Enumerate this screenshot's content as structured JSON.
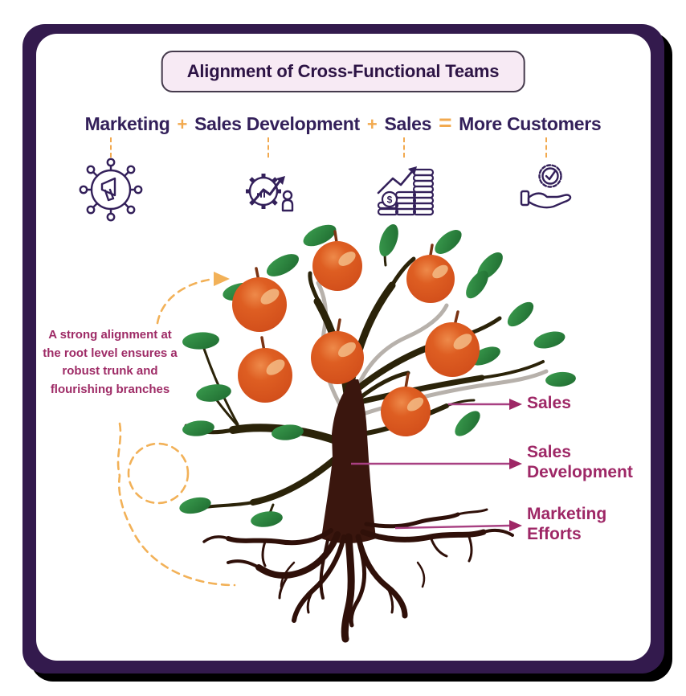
{
  "infographic": {
    "title": "Alignment of Cross-Functional Teams",
    "formula": {
      "term_marketing": "Marketing",
      "plus_1": "+",
      "term_sales_development": "Sales Development",
      "plus_2": "+",
      "term_sales": "Sales",
      "equals": "=",
      "result": "More Customers"
    },
    "icons": {
      "marketing": "megaphone-network-icon",
      "sales_development": "gear-growth-person-icon",
      "sales": "coins-growth-icon",
      "more_customers": "hand-award-check-icon",
      "dollar_sign": "$"
    },
    "annotation": "A strong alignment at the root level ensures a robust trunk and flourishing branches",
    "tree_labels": {
      "sales": "Sales",
      "sales_development": "Sales Development",
      "marketing_efforts": "Marketing Efforts"
    },
    "colors": {
      "frame_purple": "#331a4d",
      "title_fill": "#f7eaf4",
      "heading_text": "#2d1445",
      "formula_text": "#33205a",
      "accent_orange": "#f2a94e",
      "magenta_text": "#9e2766",
      "arrow_magenta": "#a84082",
      "dashed_yellow": "#f2b158",
      "fruit_orange": "#dc5a20",
      "leaf_green": "#2e8c40",
      "trunk_brown": "#3a160e"
    }
  }
}
